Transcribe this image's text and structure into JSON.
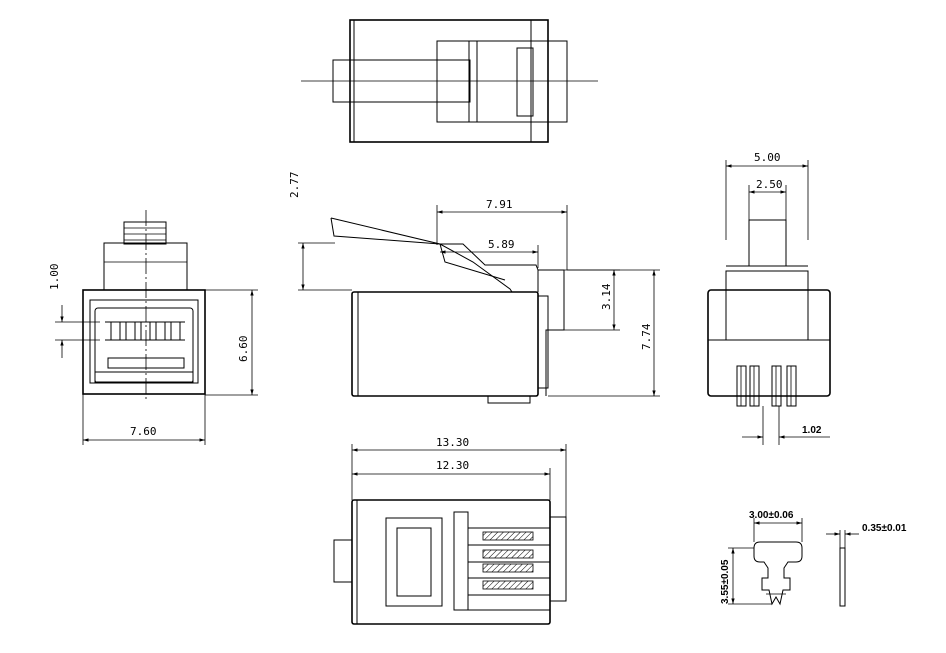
{
  "drawing": {
    "dimensions": {
      "front_height_1": "1.00",
      "front_height": "6.60",
      "front_width": "7.60",
      "side_latch_height": "2.77",
      "side_top_length": "7.91",
      "side_latch_length": "5.89",
      "side_step_height": "3.14",
      "side_total_height": "7.74",
      "right_width": "5.00",
      "right_slot_width": "2.50",
      "pin_pitch": "1.02",
      "bottom_total_length": "13.30",
      "bottom_body_length": "12.30",
      "contact_width": "3.00±0.06",
      "contact_height": "3.55±0.05",
      "contact_thickness": "0.35±0.01"
    }
  }
}
